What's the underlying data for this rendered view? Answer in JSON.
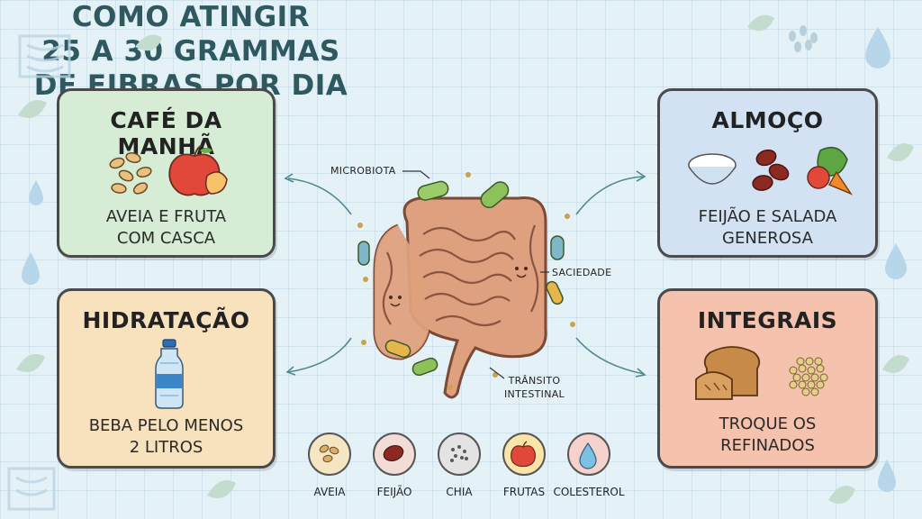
{
  "title": {
    "line1": "COMO ATINGIR",
    "line2": "25 A 30 GRAMMAS",
    "line3": "DE FIBRAS POR DIA"
  },
  "cards": {
    "breakfast": {
      "title": "CAFÉ DA MANHÃ",
      "line1": "AVEIA E FRUTA",
      "line2": "COM CASCA"
    },
    "lunch": {
      "title": "ALMOÇO",
      "line1": "FEIJÃO E SALADA",
      "line2": "GENEROSA"
    },
    "hydration": {
      "title": "HIDRATAÇÃO",
      "line1": "BEBA PELO MENOS",
      "line2": "2 LITROS"
    },
    "whole": {
      "title": "INTEGRAIS",
      "line1": "TROQUE OS",
      "line2": "REFINADOS"
    }
  },
  "labels": {
    "microbiota": "MICROBIOTA",
    "saciedade": "SACIEDADE",
    "transito1": "TRÂNSITO",
    "transito2": "INTESTINAL"
  },
  "foods": [
    "AVEIA",
    "FEIJÃO",
    "CHIA",
    "FRUTAS",
    "COLESTEROL"
  ],
  "colors": {
    "title": "#2f5960",
    "breakfast": "#d6ecd5",
    "lunch": "#d3e2f3",
    "hydration": "#f8e1bd",
    "whole": "#f5c2ad",
    "intestine": "#dea07e"
  },
  "icons": [
    "oat-icon",
    "apple-icon",
    "rice-bowl-icon",
    "beans-icon",
    "vegetables-icon",
    "water-bottle-icon",
    "bread-icon",
    "grains-icon",
    "intestine-icon",
    "water-drop-icon",
    "leaf-icon"
  ]
}
